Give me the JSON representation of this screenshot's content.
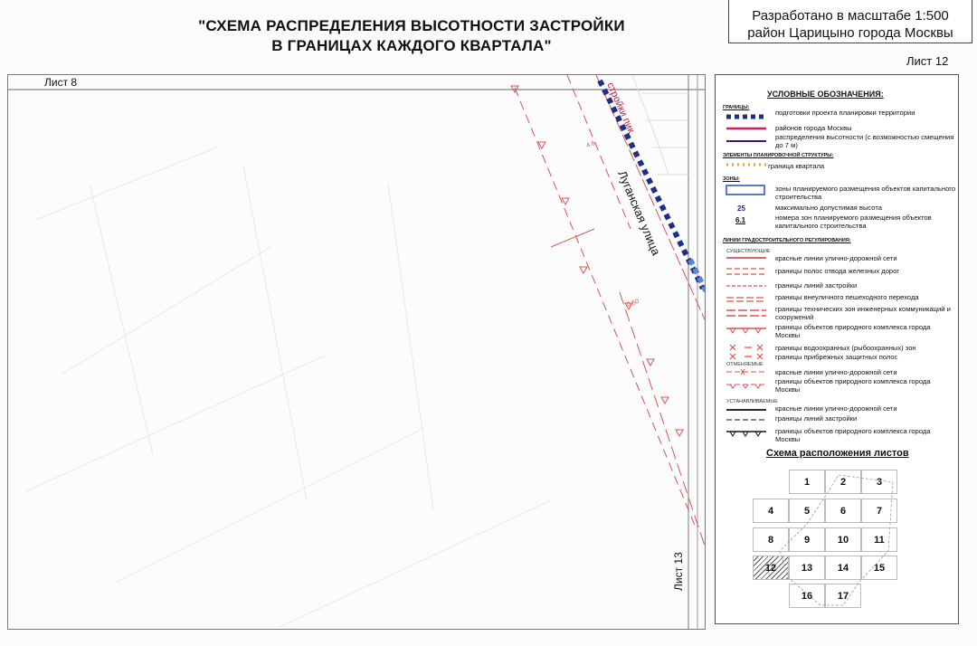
{
  "title": {
    "line1": "\"СХЕМА РАСПРЕДЕЛЕНИЯ ВЫСОТНОСТИ ЗАСТРОЙКИ",
    "line2": "В ГРАНИЦАХ КАЖДОГО КВАРТАЛА\""
  },
  "scale_box": {
    "line1": "Разработано в масштабе 1:500",
    "line2": "район Царицыно города Москвы"
  },
  "sheet": "Лист 12",
  "map": {
    "top_neighbor": "Лист 8",
    "right_neighbor": "Лист 13",
    "street": "Луганская улица",
    "railway_label": "стройки пик",
    "dim_1": "4.6",
    "dim_2": "0.50"
  },
  "legend": {
    "title": "УСЛОВНЫЕ ОБОЗНАЧЕНИЯ:",
    "sec_borders": "ГРАНИЦЫ:",
    "borders_planning": "подготовки проекта планировки территории",
    "borders_districts": "районов города Москвы",
    "borders_height": "распределения высотности (с возможностью смещения до 7 м)",
    "sec_elements": "ЭЛЕМЕНТЫ ПЛАНИРОВОЧНОЙ СТРУКТУРЫ:",
    "block_border": "граница квартала",
    "sec_zones": "ЗОНЫ:",
    "zones_text": "зоны планируемого размещения объектов капитального строительства",
    "max_height_value": "25",
    "max_height_text": "максимально допустимая высота",
    "zone_number_value": "6.1",
    "zone_number_text": "номера зон планируемого размещения объектов капитального строительства",
    "sec_lines": "ЛИНИИ ГРАДОСТРОИТЕЛЬНОГО РЕГУЛИРОВАНИЯ:",
    "existing": "СУЩЕСТВУЮЩИЕ",
    "ex_red_lines": "красные линии улично-дорожной сети",
    "ex_railway": "границы полос отвода железных дорог",
    "ex_building": "границы линий застройки",
    "ex_pedestrian": "границы внеуличного пешеходного перехода",
    "ex_technical": "границы технических зон инженерных коммуникаций и сооружений",
    "ex_nature": "границы объектов природного комплекса города Москвы",
    "ex_water1": "границы водоохранных (рыбоохранных) зон",
    "ex_water2": "границы прибрежных защитных полос",
    "cancelled": "ОТМЕНЯЕМЫЕ",
    "cn_red_lines": "красные линии улично-дорожной сети",
    "cn_nature": "границы объектов природного комплекса города Москвы",
    "established": "УСТАНАВЛИВАЕМЫЕ",
    "st_red_lines": "красные линии улично-дорожной сети",
    "st_building": "границы линий застройки",
    "st_nature": "границы объектов природного комплекса города Москвы"
  },
  "sheet_scheme": {
    "title": "Схема расположения листов",
    "cells": [
      "1",
      "2",
      "3",
      "4",
      "5",
      "6",
      "7",
      "8",
      "9",
      "10",
      "11",
      "12",
      "13",
      "14",
      "15",
      "16",
      "17"
    ],
    "current": "12"
  }
}
